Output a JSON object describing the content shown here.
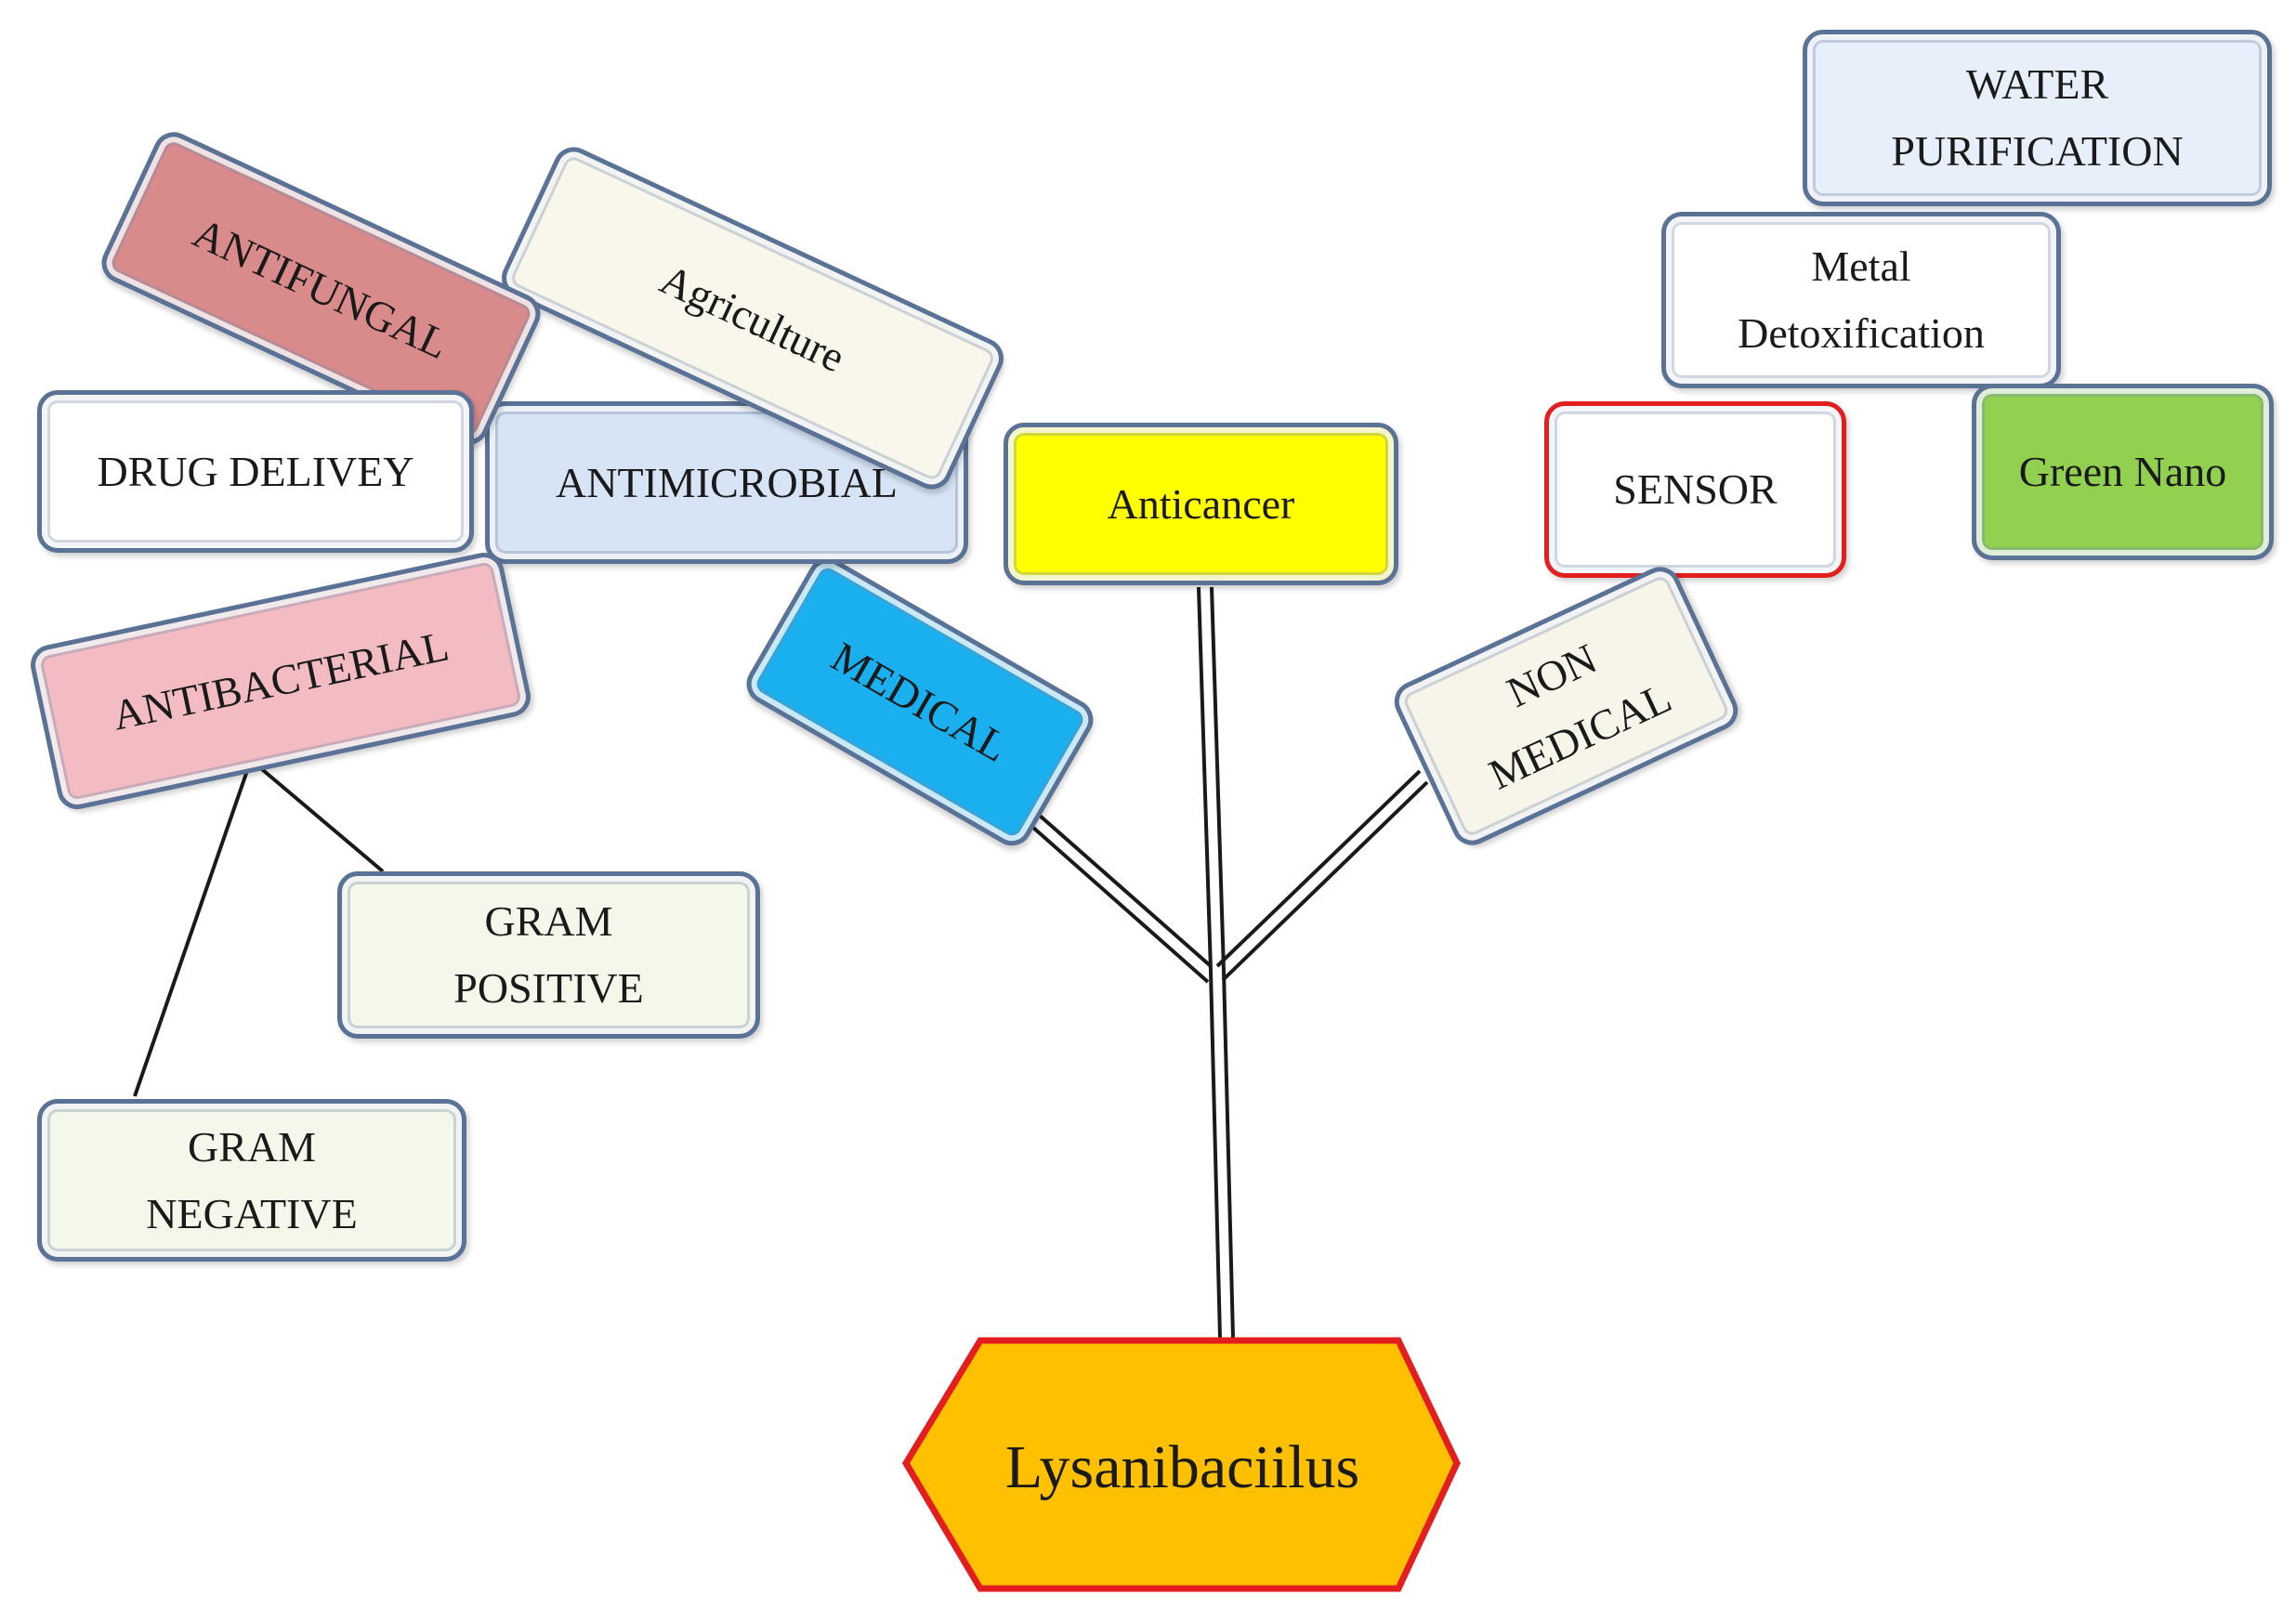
{
  "root": {
    "label": "Lysanibaciilus",
    "fill": "#FFC000",
    "stroke": "#E31E1E"
  },
  "nodes": {
    "water_purification": {
      "label": "WATER\nPURIFICATION",
      "fill": "#E6EFFA"
    },
    "metal_detox": {
      "label": "Metal\nDetoxification",
      "fill": "#FFFFFF"
    },
    "green_nano": {
      "label": "Green Nano",
      "fill": "#92D050"
    },
    "sensor": {
      "label": "SENSOR",
      "fill": "#FFFFFF",
      "stroke": "#E31E1E"
    },
    "non_medical": {
      "label": "NON\nMEDICAL",
      "fill": "#F7F5EA"
    },
    "anticancer": {
      "label": "Anticancer",
      "fill": "#FFFF00"
    },
    "medical": {
      "label": "MEDICAL",
      "fill": "#1AAFEF"
    },
    "antimicrobial": {
      "label": "ANTIMICROBIAL",
      "fill": "#D7E4F6"
    },
    "agriculture": {
      "label": "Agriculture",
      "fill": "#F9F7EC"
    },
    "antifungal": {
      "label": "ANTIFUNGAL",
      "fill": "#D98A8A"
    },
    "drug_delivery": {
      "label": "DRUG DELIVEY",
      "fill": "#FFFFFF"
    },
    "antibacterial": {
      "label": "ANTIBACTERIAL",
      "fill": "#F3BCC2"
    },
    "gram_positive": {
      "label": "GRAM\nPOSITIVE",
      "fill": "#F4F8EA"
    },
    "gram_negative": {
      "label": "GRAM\nNEGATIVE",
      "fill": "#F4F8EA"
    }
  }
}
